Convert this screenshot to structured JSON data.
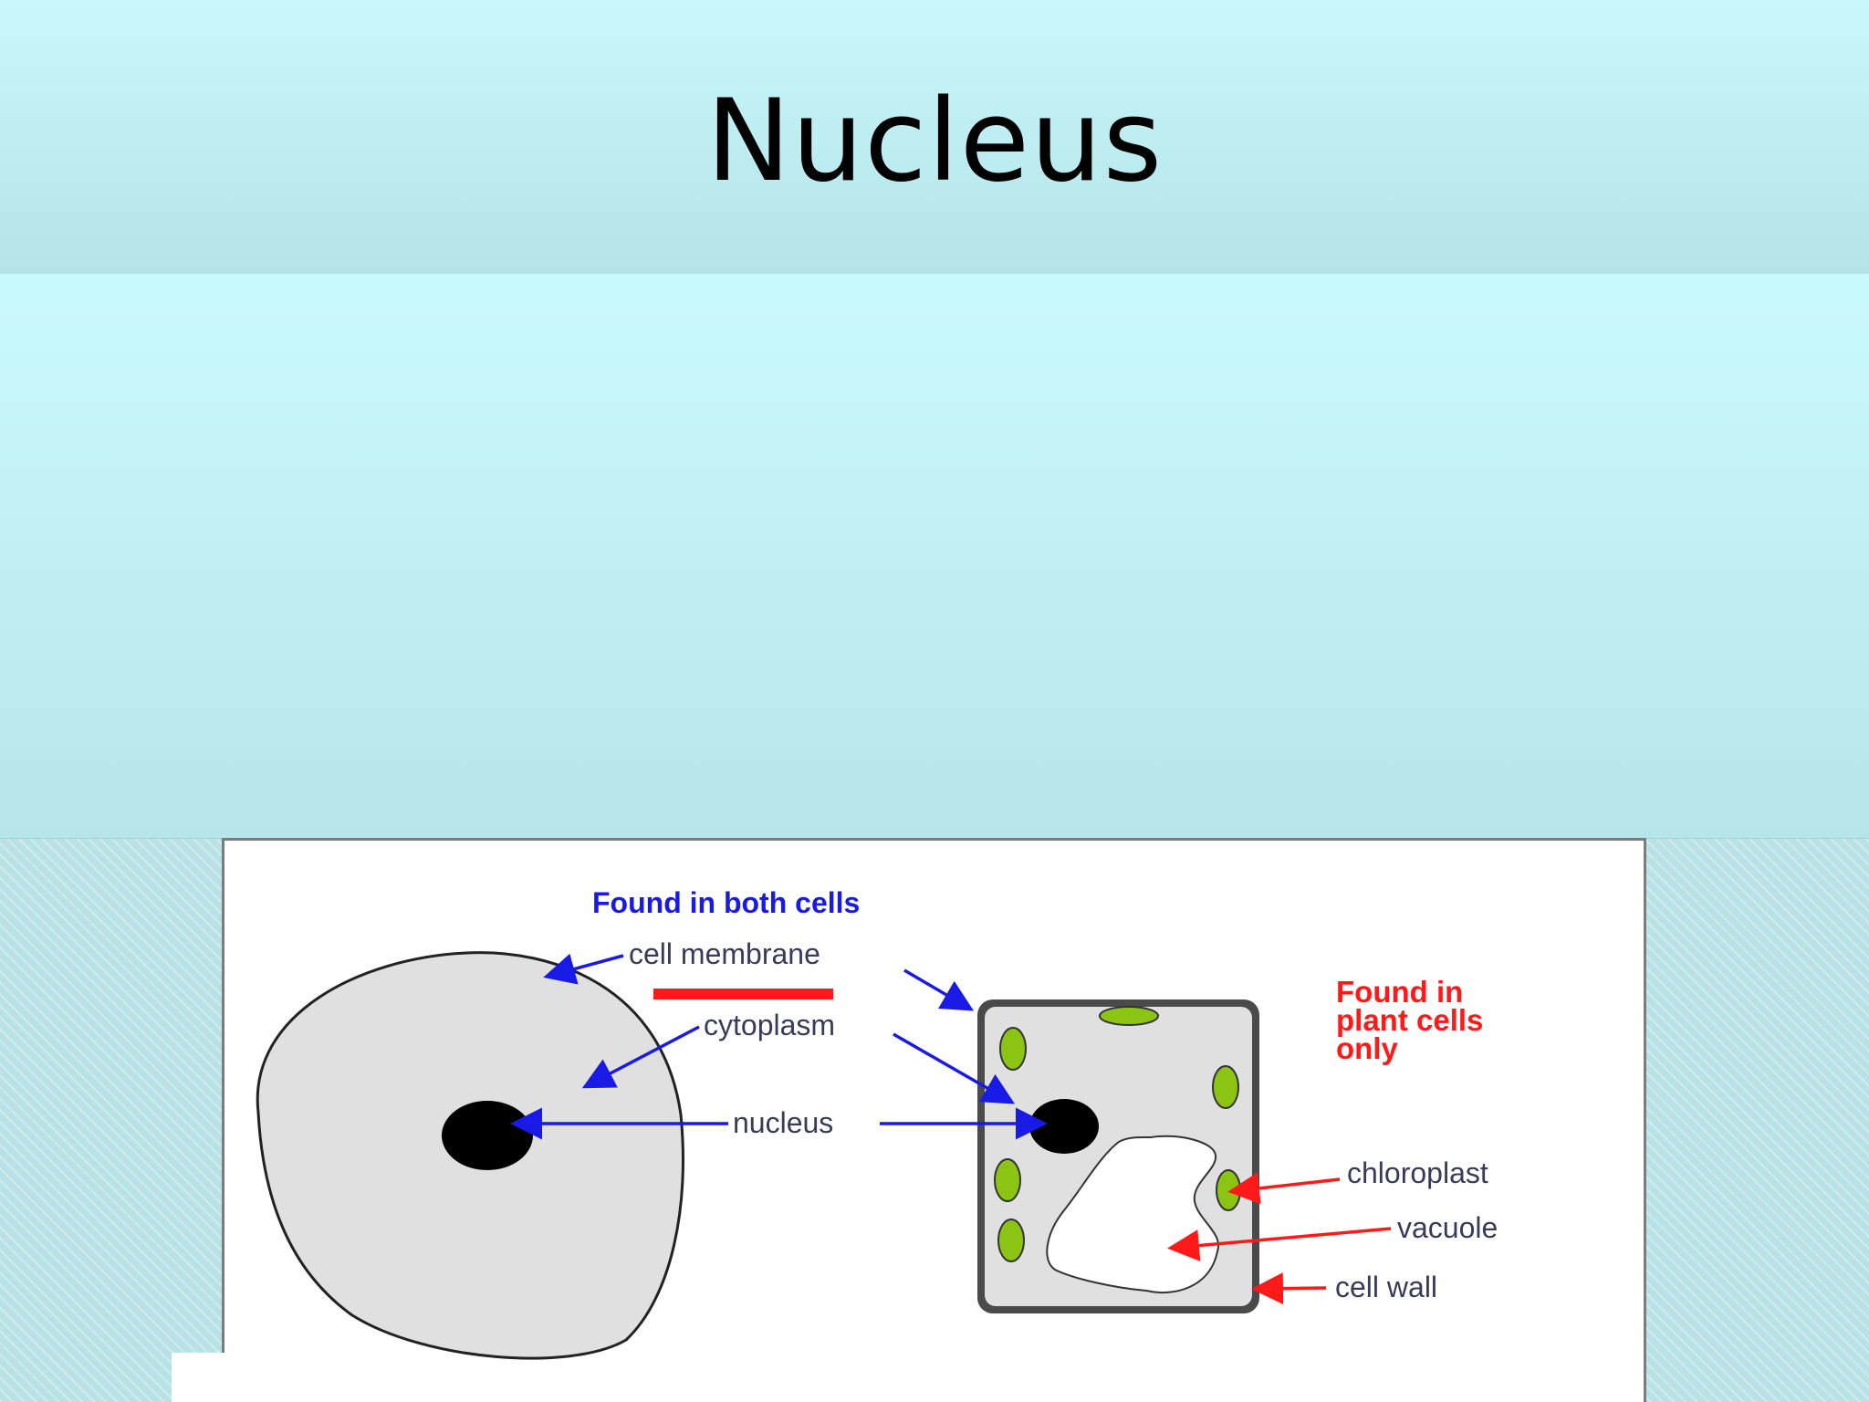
{
  "slide": {
    "title": "Nucleus"
  },
  "diagram": {
    "heading_both": "Found in both cells",
    "heading_plant": [
      "Found in",
      "plant cells",
      "only"
    ],
    "labels": {
      "cell_membrane": "cell membrane",
      "cytoplasm": "cytoplasm",
      "nucleus": "nucleus",
      "chloroplast": "chloroplast",
      "vacuole": "vacuole",
      "cell_wall": "cell wall"
    },
    "colors": {
      "blue": "#1a1ae6",
      "red": "#ff1a1a",
      "cytoplasm": "#e0e0e0",
      "chloroplast": "#8cc414",
      "nucleus": "#000000"
    }
  }
}
